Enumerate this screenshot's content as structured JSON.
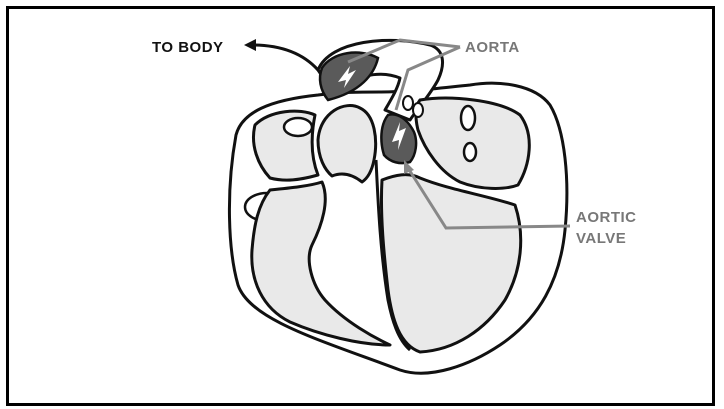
{
  "labels": {
    "to_body": "TO BODY",
    "aorta": "AORTA",
    "aortic_valve_line1": "AORTIC",
    "aortic_valve_line2": "VALVE"
  },
  "colors": {
    "outline": "#111111",
    "chamber_fill": "#e9e9e9",
    "blood_shading": "#5a5a5a",
    "gray_label": "#777777"
  },
  "icons": [
    "arrow-left-icon",
    "pointer-arrow-icon"
  ]
}
